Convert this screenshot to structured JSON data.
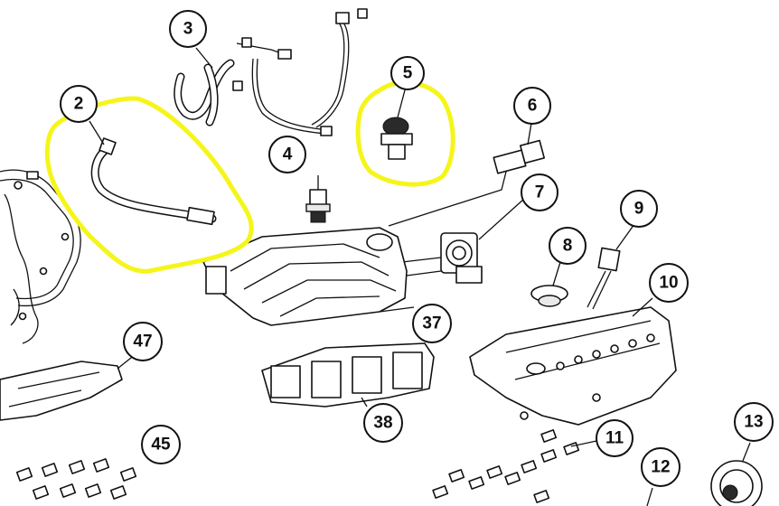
{
  "diagram": {
    "callouts": [
      {
        "id": "c2",
        "label": "2"
      },
      {
        "id": "c3",
        "label": "3"
      },
      {
        "id": "c4",
        "label": "4"
      },
      {
        "id": "c5",
        "label": "5"
      },
      {
        "id": "c6",
        "label": "6"
      },
      {
        "id": "c7",
        "label": "7"
      },
      {
        "id": "c8",
        "label": "8"
      },
      {
        "id": "c9",
        "label": "9"
      },
      {
        "id": "c10",
        "label": "10"
      },
      {
        "id": "c11",
        "label": "11"
      },
      {
        "id": "c12",
        "label": "12"
      },
      {
        "id": "c13",
        "label": "13"
      },
      {
        "id": "c37",
        "label": "37"
      },
      {
        "id": "c38",
        "label": "38"
      },
      {
        "id": "c45",
        "label": "45"
      },
      {
        "id": "c47",
        "label": "47"
      }
    ],
    "highlight_color": "#f5f51a",
    "line_color": "#111111"
  }
}
